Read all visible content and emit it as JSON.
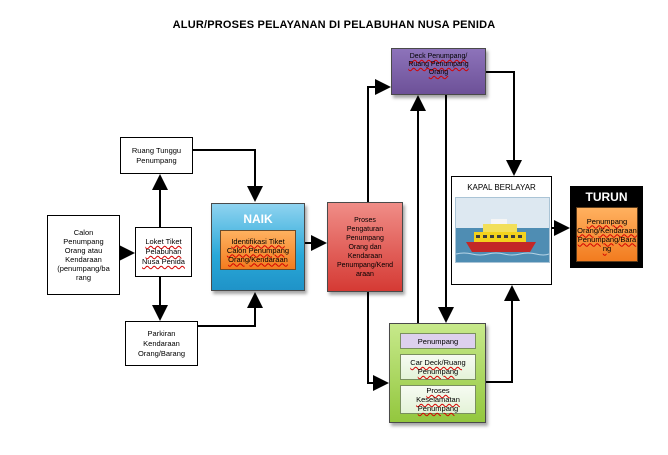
{
  "title": "ALUR/PROSES PELAYANAN DI PELABUHAN NUSA PENIDA",
  "boxes": {
    "calon": "Calon\nPenumpang\nOrang atau\nKendaraan\n(penumpang/ba\nrang",
    "ruang_tunggu": "Ruang Tunggu\nPenumpang",
    "loket": "Loket Tiket\nPelabuhan\nNusa Penida",
    "parkiran": "Parkiran\nKendaraan\nOrang/Barang",
    "naik_title": "NAIK",
    "naik_inner": "Identifikasi Tiket\nCalon Penumpang\nOrang/Kendaraan",
    "proses_pengaturan": "Proses\nPengaturan\nPenumpang\nOrang dan\nKendaraan\nPenumpang/Kend\naraan",
    "deck": "Deck Penumpang/\nRuang Penumpang\nOrang",
    "green_1": "Penumpang",
    "green_2": "Car Deck/Ruang\nPenumpang",
    "green_3": "Proses\nKeselamatan\nPenumpang",
    "kapal_title": "KAPAL BERLAYAR",
    "turun_title": "TURUN",
    "turun_inner": "Penumpang\nOrang/Kendaraan\nPenumpang/Bara\nng"
  },
  "icons": {
    "ship": "ship-icon"
  },
  "colors": {
    "naik": "#29a8d8",
    "orange": "#f27c1f",
    "red": "#d53a34",
    "purple": "#6d5198",
    "green": "#93c73e",
    "black": "#000000"
  }
}
